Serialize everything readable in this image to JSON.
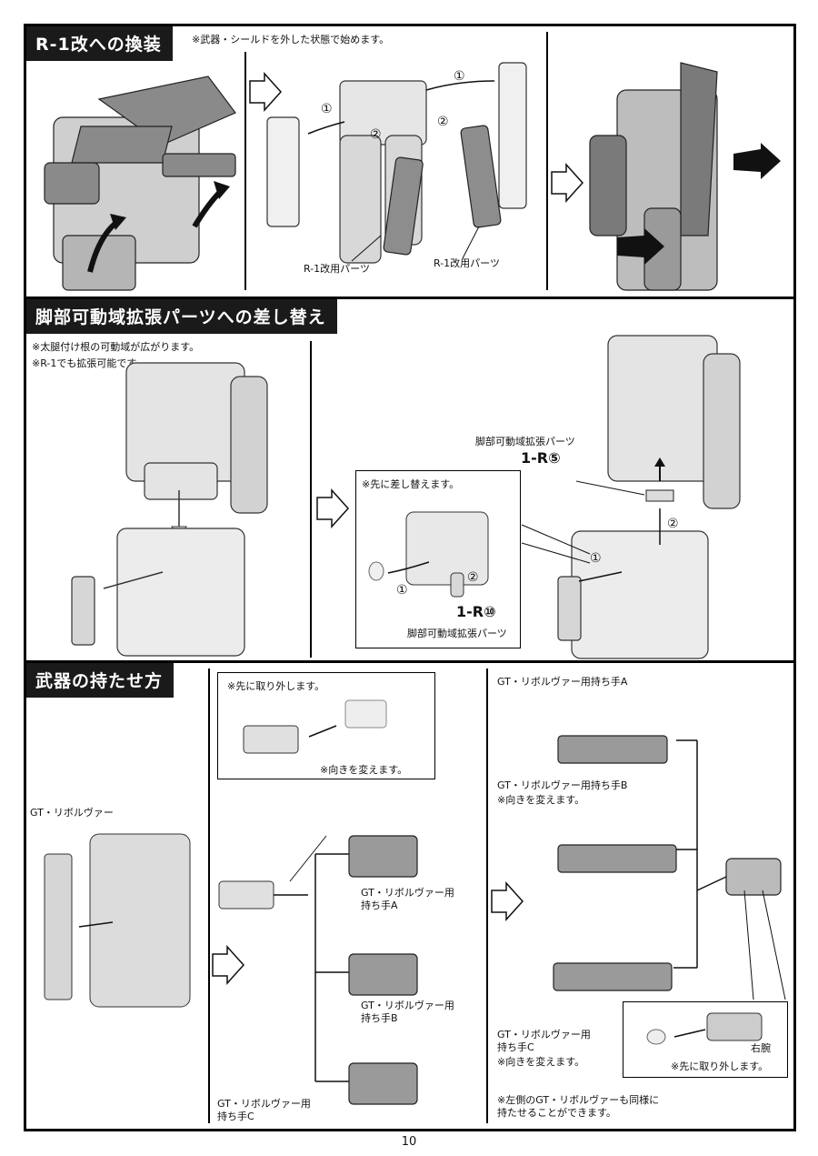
{
  "section1": {
    "title": "R-1改への換装",
    "note": "※武器・シールドを外した状態で始めます。",
    "label_part_left": "R-1改用パーツ",
    "label_part_right": "R-1改用パーツ",
    "step1": "①",
    "step2": "②"
  },
  "section2": {
    "title": "脚部可動域拡張パーツへの差し替え",
    "note1": "※太腿付け根の可動域が広がります。",
    "note2": "※R-1でも拡張可能です。",
    "callout_note": "※先に差し替えます。",
    "part_a_name": "脚部可動域拡張パーツ",
    "part_a_code": "1-R⑤",
    "part_b_code": "1-R⑩",
    "part_b_name": "脚部可動域拡張パーツ",
    "step1": "①",
    "step2": "②"
  },
  "section3": {
    "title": "武器の持たせ方",
    "weapon_name": "GT・リボルヴァー",
    "callout_remove": "※先に取り外します。",
    "callout_turn": "※向きを変えます。",
    "hand_a": "GT・リボルヴァー用\n持ち手A",
    "hand_b": "GT・リボルヴァー用\n持ち手B",
    "hand_c": "GT・リボルヴァー用\n持ち手C",
    "right_hand_a": "GT・リボルヴァー用持ち手A",
    "right_hand_b": "GT・リボルヴァー用持ち手B",
    "right_hand_b_note": "※向きを変えます。",
    "right_hand_c": "GT・リボルヴァー用\n持ち手C",
    "right_hand_c_note": "※向きを変えます。",
    "right_arm": "右腕",
    "remove_first": "※先に取り外します。",
    "footer_note": "※左側のGT・リボルヴァーも同様に\n持たせることができます。"
  },
  "page_number": "10"
}
